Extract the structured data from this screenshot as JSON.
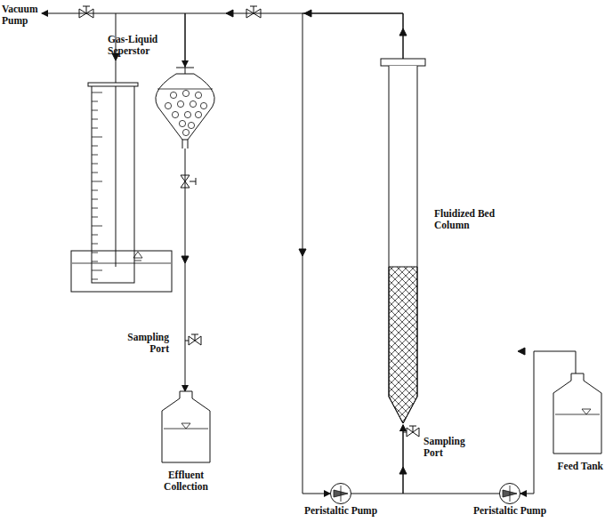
{
  "diagram": {
    "nodes": [
      {
        "text": [
          "Vacuum Pump"
        ]
      },
      {
        "text": [
          "Gas-Liquid Seperstor"
        ]
      },
      {
        "text": [
          "Fluidized Bed Column"
        ]
      },
      {
        "text": [
          "Effluent Collection"
        ]
      },
      {
        "text": [
          "Feed Tank"
        ]
      },
      {
        "text": [
          "Peristaltic Pump"
        ]
      },
      {
        "text": [
          "Peristaltic Pump"
        ]
      }
    ],
    "edges": [
      {
        "from": 4,
        "to": 6,
        "arrow": "to"
      },
      {
        "from": 6,
        "to": 2,
        "arrow": "to"
      },
      {
        "from": 5,
        "to": 2,
        "arrow": "to"
      },
      {
        "from": 2,
        "to": 5,
        "arrow": "to"
      },
      {
        "from": 2,
        "to": 1,
        "arrow": "to"
      },
      {
        "from": 1,
        "to": 3,
        "arrow": "to"
      },
      {
        "from": 1,
        "to": 0,
        "arrow": "to"
      }
    ],
    "labels": [
      "Sampling Port",
      "Sampling Port"
    ]
  }
}
